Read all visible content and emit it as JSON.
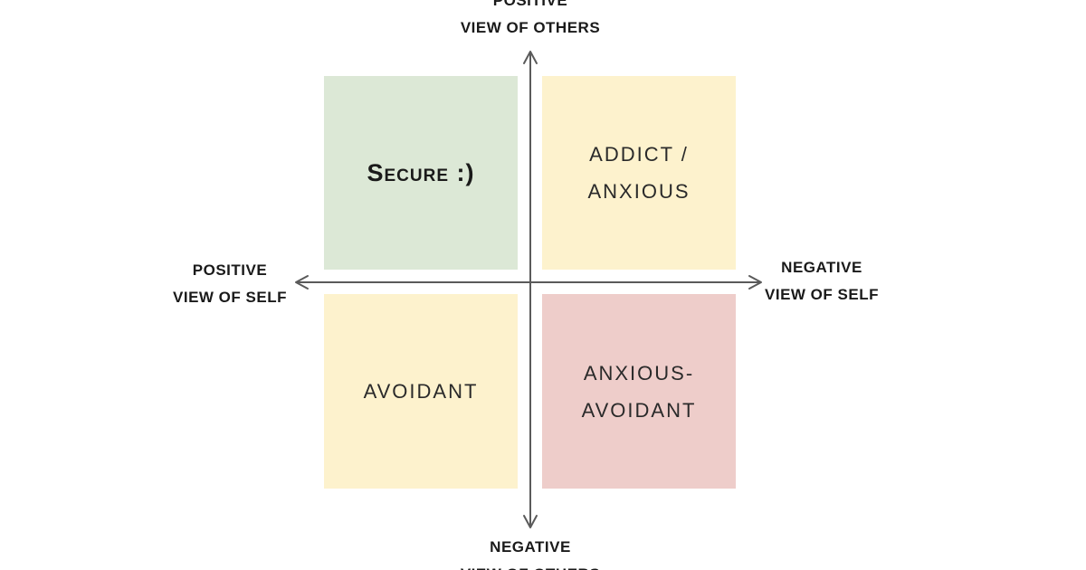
{
  "quadrants": {
    "top_left": {
      "label": "Secure :)",
      "color": "#dce8d6"
    },
    "top_right": {
      "label": "ADDICT /\nANXIOUS",
      "color": "#fdf2cd"
    },
    "bottom_left": {
      "label": "AVOIDANT",
      "color": "#fdf2cd"
    },
    "bottom_right": {
      "label": "ANXIOUS-\nAVOIDANT",
      "color": "#eecdca"
    }
  },
  "axes": {
    "top": {
      "line1": "POSITIVE",
      "line2": "VIEW OF OTHERS"
    },
    "bottom": {
      "line1": "NEGATIVE",
      "line2": "VIEW OF OTHERS"
    },
    "left": {
      "line1": "POSITIVE",
      "line2": "VIEW OF SELF"
    },
    "right": {
      "line1": "NEGATIVE",
      "line2": "VIEW OF SELF"
    },
    "color": "#5a5a5a"
  }
}
